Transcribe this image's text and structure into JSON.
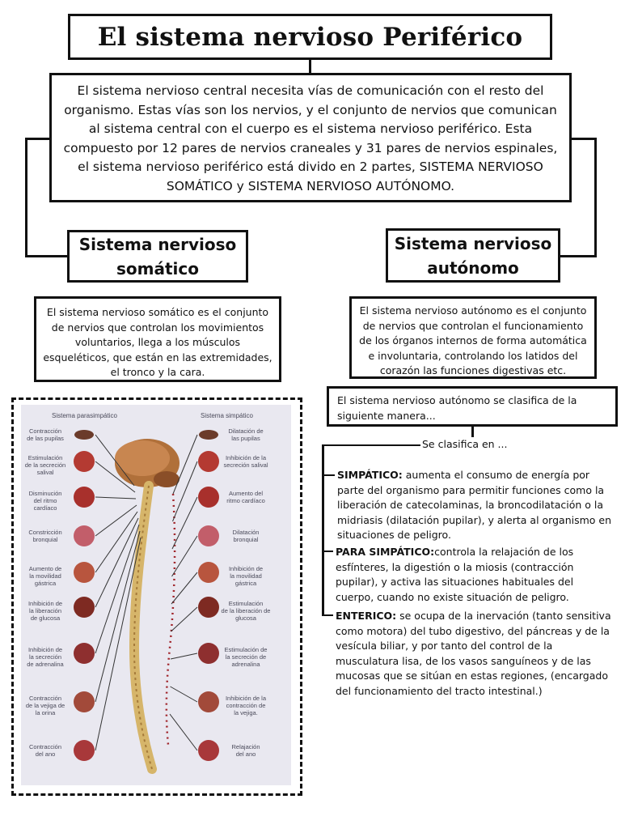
{
  "title": "El sistema nervioso Periférico",
  "intro": "El sistema nervioso central necesita vías de comunicación con el resto del organismo. Estas vías son los nervios, y el conjunto de nervios que comunican al sistema central con el cuerpo es el sistema nervioso periférico. Esta compuesto por 12 pares de nervios craneales y 31 pares de nervios espinales, el sistema nervioso periférico está divido en 2 partes, SISTEMA NERVIOSO SOMÁTICO y SISTEMA NERVIOSO AUTÓNOMO.",
  "somatico": {
    "heading": "Sistema nervioso somático",
    "description": "El sistema nervioso somático es el conjunto de nervios que controlan los movimientos voluntarios, llega a los músculos esqueléticos, que están en las extremidades, el tronco y la cara."
  },
  "autonomo": {
    "heading": "Sistema nervioso autónomo",
    "description": "El sistema nervioso autónomo es el conjunto de nervios que controlan el funcionamiento de los órganos internos de forma automática e involuntaria, controlando los latidos del corazón las funciones digestivas etc.",
    "classification": "El sistema nervioso autónomo se clasifica de la siguiente manera...",
    "se_clasifica": "Se clasifica en ...",
    "simpatico": {
      "term": "SIMPÁTICO:",
      "text": " aumenta el consumo de energía por parte del organismo para permitir funciones como la liberación de catecolaminas, la broncodilatación o la midriasis (dilatación pupilar), y alerta al organismo en situaciones de peligro."
    },
    "parasimpatico": {
      "term": "PARA SIMPÁTICO:",
      "text": "controla la relajación de los esfínteres, la digestión o la miosis (contracción pupilar), y activa las situaciones habituales del cuerpo, cuando no existe situación de peligro."
    },
    "enterico": {
      "term": "ENTERICO:",
      "text": " se ocupa de la inervación (tanto sensitiva como motora) del tubo digestivo, del páncreas y de la vesícula biliar, y por tanto del control de la musculatura lisa, de los vasos sanguíneos y de las mucosas que se sitúan en estas regiones, (encargado del funcionamiento del tracto intestinal.)"
    }
  },
  "figure": {
    "left_header": "Sistema parasimpático",
    "right_header": "Sistema simpático",
    "left_labels": [
      [
        "Contracción",
        "de las pupilas"
      ],
      [
        "Estimulación",
        "de la secreción",
        "salival"
      ],
      [
        "Disminución",
        "del ritmo",
        "cardíaco"
      ],
      [
        "Constricción",
        "bronquial"
      ],
      [
        "Aumento de",
        "la movilidad",
        "gástrica"
      ],
      [
        "Inhibición de",
        "la liberación",
        "de glucosa"
      ],
      [
        "Inhibición de",
        "la secreción",
        "de adrenalina"
      ],
      [
        "Contracción",
        "de la vejiga de",
        "la orina"
      ],
      [
        "Contracción",
        "del ano"
      ]
    ],
    "right_labels": [
      [
        "Dilatación de",
        "las pupilas"
      ],
      [
        "Inhibición de la",
        "secreción salival"
      ],
      [
        "Aumento del",
        "ritmo cardíaco"
      ],
      [
        "Dilatación",
        "bronquial"
      ],
      [
        "Inhibición de",
        "la movilidad",
        "gástrica"
      ],
      [
        "Estimulación",
        "de la liberación de",
        "glucosa"
      ],
      [
        "Estimulación de",
        "la secreción de",
        "adrenalina"
      ],
      [
        "Inhibición de la",
        "contracción de",
        "la vejiga."
      ],
      [
        "Relajación",
        "del ano"
      ]
    ]
  }
}
